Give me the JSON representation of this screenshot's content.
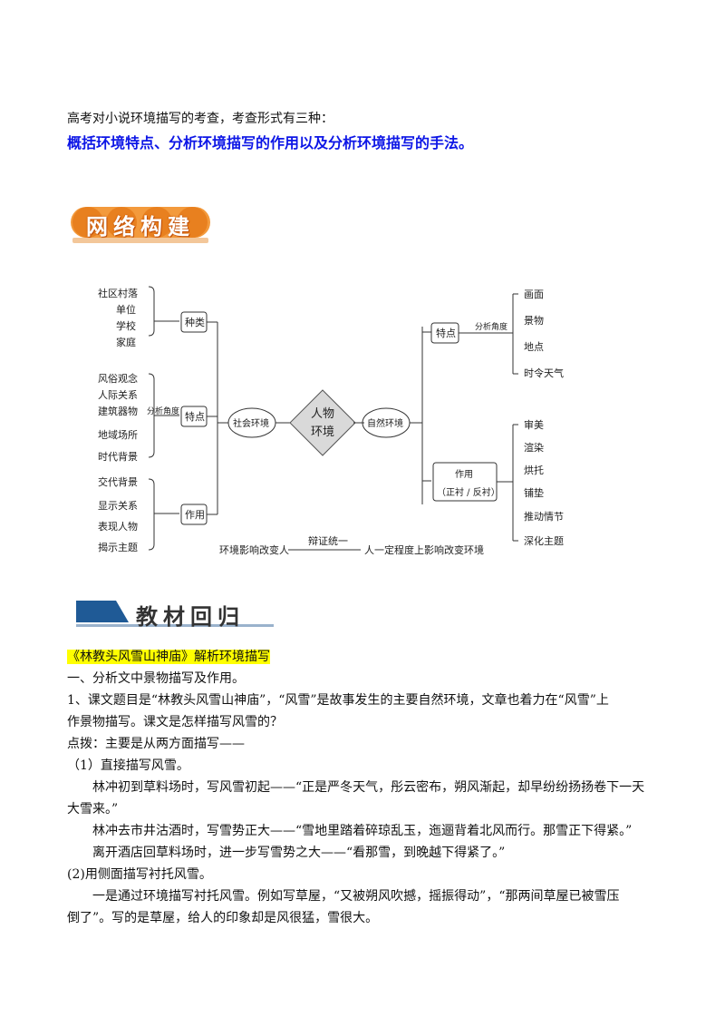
{
  "intro": {
    "line1": "高考对小说环境描写的考查，考查形式有三种：",
    "line2": "概括环境特点、分析环境描写的作用以及分析环境描写的手法。"
  },
  "badge": {
    "label": "网络构建"
  },
  "diagram": {
    "center": [
      "人物",
      "环境"
    ],
    "social": "社会环境",
    "natural": "自然环境",
    "left_groups": [
      {
        "label": "种类",
        "items": [
          "社区村落",
          "单位",
          "学校",
          "家庭"
        ]
      },
      {
        "label": "特点",
        "note": "分析角度",
        "items": [
          "风俗观念",
          "人际关系",
          "建筑器物",
          "地域场所",
          "时代背景"
        ]
      },
      {
        "label": "作用",
        "items": [
          "交代背景",
          "显示关系",
          "表现人物",
          "揭示主题"
        ]
      }
    ],
    "right_groups": [
      {
        "label": "特点",
        "note": "分析角度",
        "items": [
          "画面",
          "景物",
          "地点",
          "时令天气"
        ]
      },
      {
        "label_line1": "作用",
        "label_line2": "（正衬 / 反衬）",
        "items": [
          "审美",
          "渲染",
          "烘托",
          "铺垫",
          "推动情节",
          "深化主题"
        ]
      }
    ],
    "bottom": {
      "left": "环境影响改变人",
      "middle": "辩证统一",
      "right": "人一定程度上影响改变环境"
    }
  },
  "section2": {
    "label": "教材回归"
  },
  "body": {
    "title": "《林教头风雪山神庙》解析环境描写",
    "p1": "一、分析文中景物描写及作用。",
    "p2a": "1、课文题目是“林教头风雪山神庙”，“风雪”是故事发生的主要自然环境，文章也着力在“风雪”上",
    "p2b": "作景物描写。课文是怎样描写风雪的？",
    "p3": "点拨：主要是从两方面描写——",
    "p4": "（1）直接描写风雪。",
    "p5a": "林冲初到草料场时，写风雪初起——“正是严冬天气，彤云密布，朔风渐起，却早纷纷扬扬卷下一天",
    "p5b": "大雪来。”",
    "p6": "林冲去市井沽酒时，写雪势正大——“雪地里踏着碎琼乱玉，迤逦背着北风而行。那雪正下得紧。”",
    "p7": "离开酒店回草料场时，进一步写雪势之大——“看那雪，到晚越下得紧了。”",
    "p8": "(2)用侧面描写衬托风雪。",
    "p9a": "一是通过环境描写衬托风雪。例如写草屋，“又被朔风吹撼，摇振得动”，“那两间草屋已被雪压",
    "p9b": "倒了”。写的是草屋，给人的印象却是风很猛，雪很大。"
  }
}
